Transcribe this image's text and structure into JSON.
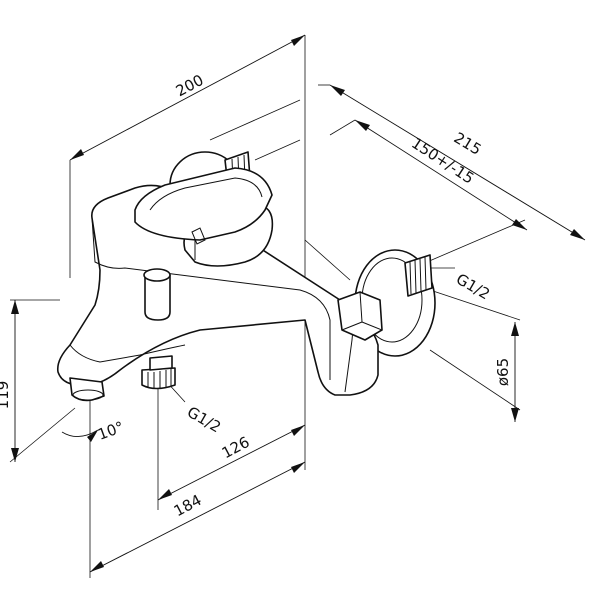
{
  "dimensions": {
    "width_overall": "200",
    "depth_overall": "215",
    "depth_adjust": "150+/-15",
    "thread_wall": "G1/2",
    "diameter_flange": "ø65",
    "height": "119",
    "angle": "10°",
    "thread_outlet": "G1/2",
    "offset_outlet": "126",
    "offset_spout": "184"
  }
}
